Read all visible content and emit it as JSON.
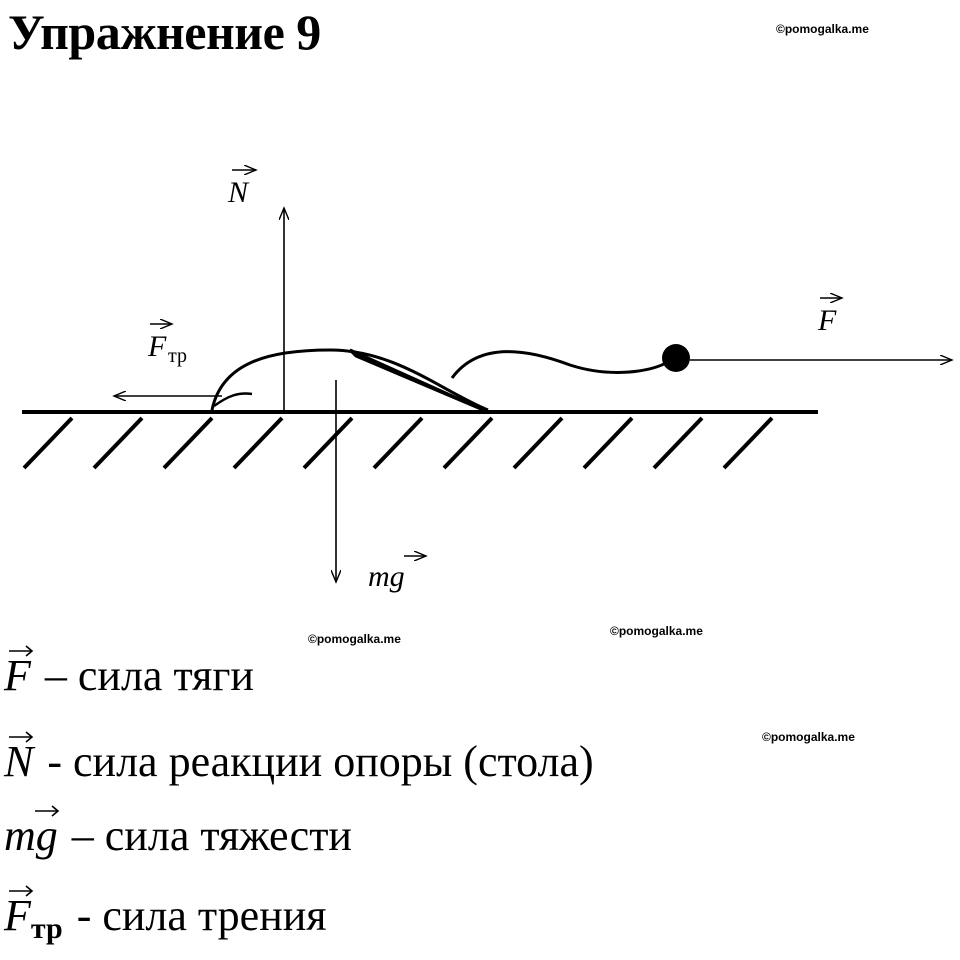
{
  "header": {
    "title": "Упражнение 9"
  },
  "watermarks": [
    "©pomogalka.me",
    "©pomogalka.me",
    "©pomogalka.me",
    "©pomogalka.me"
  ],
  "diagram": {
    "label_normal": "N",
    "label_friction": "F",
    "label_friction_sub": "тр",
    "label_force": "F",
    "label_gravity": "mg"
  },
  "legend": [
    {
      "symbol": "F",
      "sub": "",
      "text": "– сила тяги"
    },
    {
      "symbol": "N",
      "sub": "",
      "text": "- сила реакции опоры (стола)"
    },
    {
      "symbol": "mg",
      "sub": "",
      "text": "– сила тяжести"
    },
    {
      "symbol": "F",
      "sub": "тр",
      "text": "- сила трения"
    }
  ]
}
